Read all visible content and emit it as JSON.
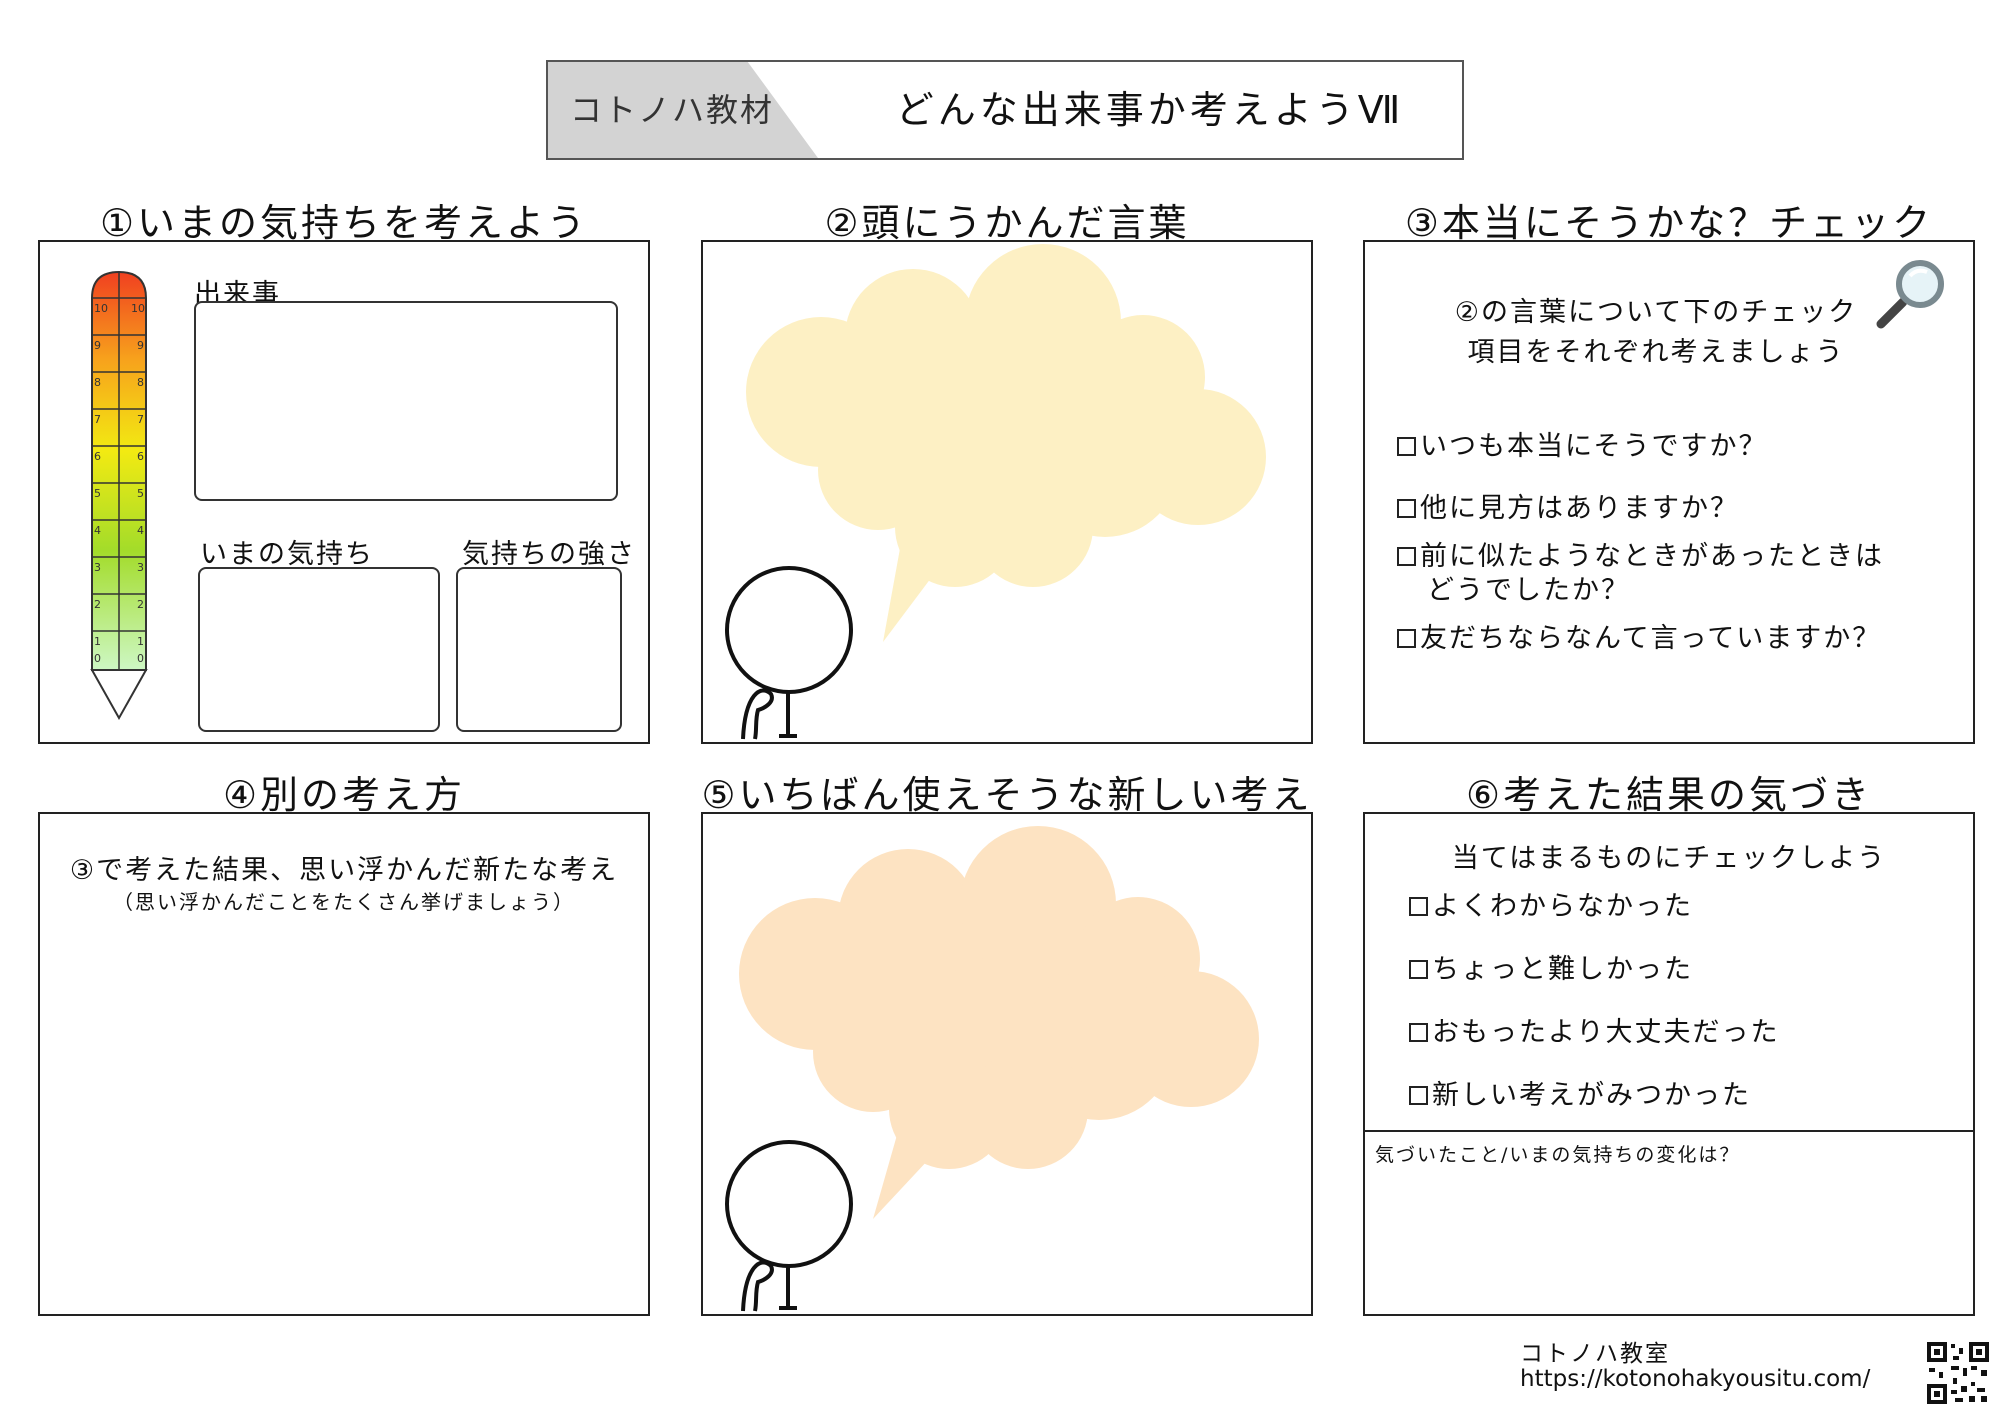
{
  "header": {
    "tag": "コトノハ教材",
    "title": "どんな出来事か考えようⅦ"
  },
  "sections": {
    "s1": {
      "title": "①いまの気持ちを考えよう",
      "event_label": "出来事",
      "feeling_label": "いまの気持ち",
      "strength_label": "気持ちの強さ",
      "scale": [
        "10",
        "9",
        "8",
        "7",
        "6",
        "5",
        "4",
        "3",
        "2",
        "1",
        "0"
      ]
    },
    "s2": {
      "title": "②頭にうかんだ言葉"
    },
    "s3": {
      "title": "③本当にそうかな？チェック",
      "intro_line1": "②の言葉について下のチェック",
      "intro_line2": "項目をそれぞれ考えましょう",
      "checks": [
        "いつも本当にそうですか？",
        "他に見方はありますか？",
        "前に似たようなときがあったときは",
        "友だちならなんて言っていますか？"
      ],
      "check3_cont": "どうでしたか？"
    },
    "s4": {
      "title": "④別の考え方",
      "instruction": "③で考えた結果、思い浮かんだ新たな考え",
      "note": "（思い浮かんだことをたくさん挙げましょう）"
    },
    "s5": {
      "title": "⑤いちばん使えそうな新しい考え"
    },
    "s6": {
      "title": "⑥考えた結果の気づき",
      "instruction": "当てはまるものにチェックしよう",
      "checks": [
        "よくわからなかった",
        "ちょっと難しかった",
        "おもったより大丈夫だった",
        "新しい考えがみつかった"
      ],
      "notes_label": "気づいたこと/いまの気持ちの変化は？"
    }
  },
  "footer": {
    "name": "コトノハ教室",
    "url": "https://kotonohakyousitu.com/"
  },
  "colors": {
    "cloud1": "#fdf0c4",
    "cloud2": "#fde3c2",
    "header_tag_bg": "#d3d3d3"
  }
}
